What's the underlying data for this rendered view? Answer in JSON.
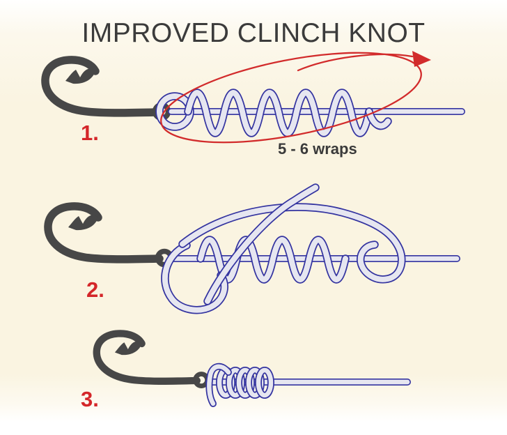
{
  "title": {
    "text": "IMPROVED CLINCH KNOT"
  },
  "steps": [
    {
      "number": "1.",
      "note": "5 - 6 wraps"
    },
    {
      "number": "2."
    },
    {
      "number": "3."
    }
  ],
  "colors": {
    "background_paper": "#faf4e1",
    "background_edge": "#ffffff",
    "title_text": "#3b3b3b",
    "step_label_red": "#d42629",
    "hook_gray": "#474747",
    "line_outline_blue": "#3434a0",
    "line_fill_light": "#e6e6f0",
    "direction_arrow_red": "#d22b2b"
  },
  "icons": {
    "hook": "fish-hook-icon",
    "arrow": "wrap-direction-arrow-icon"
  }
}
